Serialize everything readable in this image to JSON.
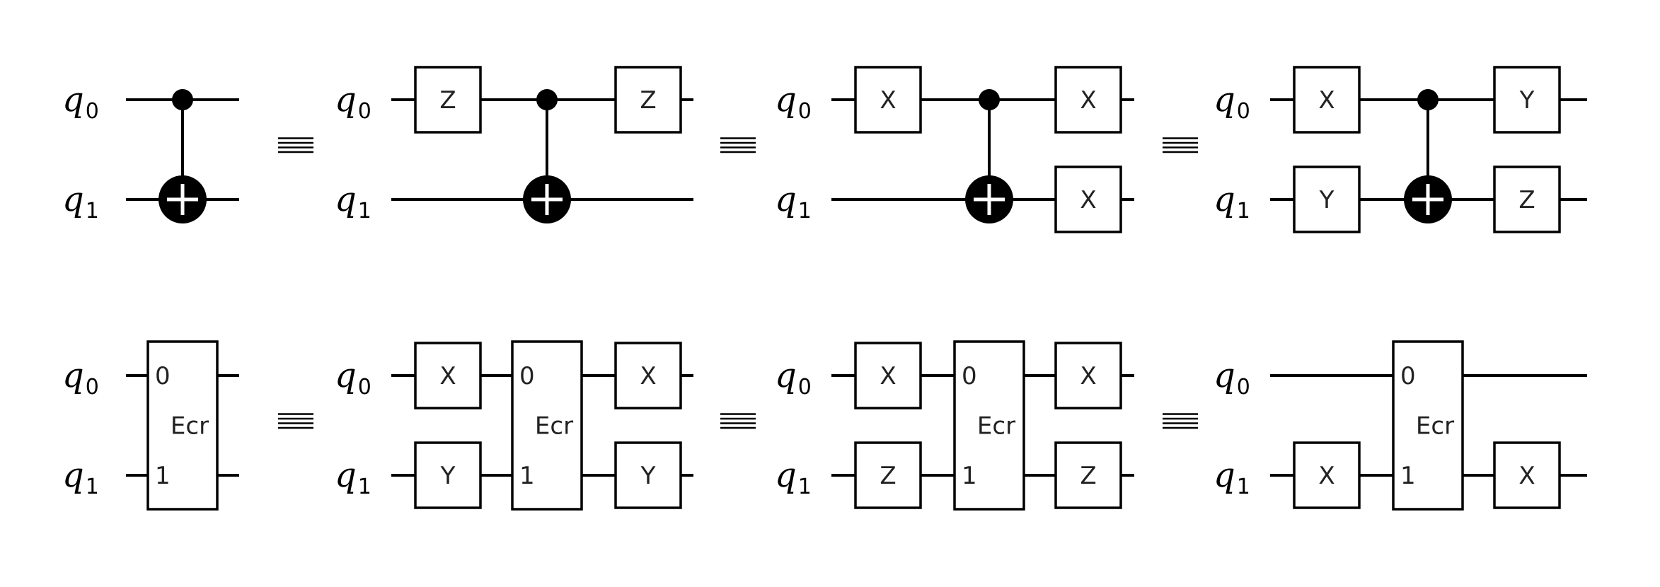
{
  "qubit_labels": [
    {
      "name": "q",
      "sub": "0"
    },
    {
      "name": "q",
      "sub": "1"
    }
  ],
  "equivalence_symbol": "≡",
  "ecr_gate": {
    "label": "Ecr",
    "pin_labels": [
      "0",
      "1"
    ]
  },
  "rows": [
    {
      "circuits": [
        {
          "pre": [
            "",
            ""
          ],
          "cnot": true,
          "post": [
            "",
            ""
          ]
        },
        {
          "pre": [
            "Z",
            ""
          ],
          "cnot": true,
          "post": [
            "Z",
            ""
          ]
        },
        {
          "pre": [
            "X",
            ""
          ],
          "cnot": true,
          "post": [
            "X",
            "X"
          ]
        },
        {
          "pre": [
            "X",
            "Y"
          ],
          "cnot": true,
          "post": [
            "Y",
            "Z"
          ]
        }
      ]
    },
    {
      "circuits": [
        {
          "pre": [
            "",
            ""
          ],
          "ecr": true,
          "post": [
            "",
            ""
          ]
        },
        {
          "pre": [
            "X",
            "Y"
          ],
          "ecr": true,
          "post": [
            "X",
            "Y"
          ]
        },
        {
          "pre": [
            "X",
            "Z"
          ],
          "ecr": true,
          "post": [
            "X",
            "Z"
          ]
        },
        {
          "pre": [
            "",
            "X"
          ],
          "ecr": true,
          "post": [
            "",
            "X"
          ]
        }
      ]
    }
  ]
}
